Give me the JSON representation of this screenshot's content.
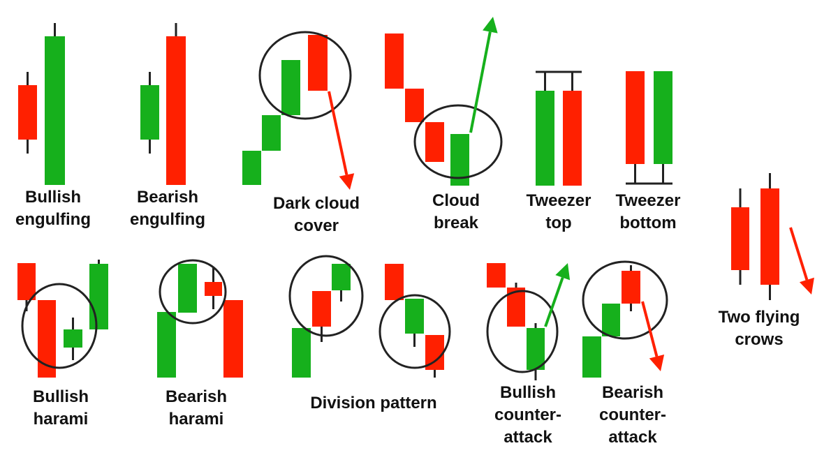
{
  "colors": {
    "bull": "#16b01c",
    "bear": "#ff2000",
    "wick": "#222222",
    "circle": "#222222"
  },
  "patterns": [
    {
      "id": "bullish-engulfing",
      "line1": "Bullish",
      "line2": "engulfing"
    },
    {
      "id": "bearish-engulfing",
      "line1": "Bearish",
      "line2": "engulfing"
    },
    {
      "id": "dark-cloud-cover",
      "line1": "Dark cloud",
      "line2": "cover"
    },
    {
      "id": "cloud-break",
      "line1": "Cloud",
      "line2": "break"
    },
    {
      "id": "tweezer-top",
      "line1": "Tweezer",
      "line2": "top"
    },
    {
      "id": "tweezer-bottom",
      "line1": "Tweezer",
      "line2": "bottom"
    },
    {
      "id": "two-flying-crows",
      "line1": "Two flying",
      "line2": "crows"
    },
    {
      "id": "bullish-harami",
      "line1": "Bullish",
      "line2": "harami"
    },
    {
      "id": "bearish-harami",
      "line1": "Bearish",
      "line2": "harami"
    },
    {
      "id": "division-pattern",
      "line1": "Division pattern"
    },
    {
      "id": "bullish-counter-attack",
      "line1": "Bullish",
      "line2": "counter-",
      "line3": "attack"
    },
    {
      "id": "bearish-counter-attack",
      "line1": "Bearish",
      "line2": "counter-",
      "line3": "attack"
    }
  ]
}
